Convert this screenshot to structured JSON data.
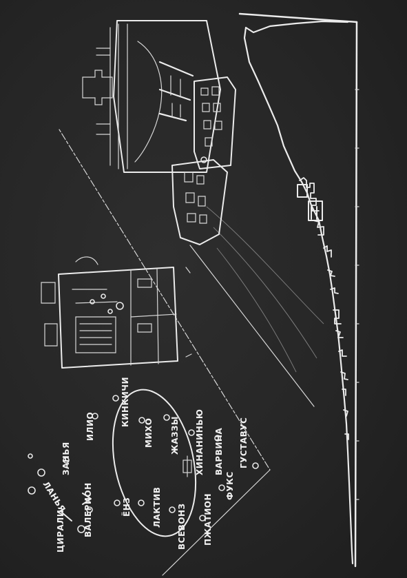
{
  "labels": {
    "lanya": "ЛАНЬЯ",
    "zanya": "ЗАНЬЯ",
    "ilio": "ИЛИО",
    "kinkichi": "КИНКИЧИ",
    "miho": "МИХО",
    "zhazzy": "ЖАЗЗЫ",
    "hinaninyu": "ХИНАНИНЬЮ",
    "varvina": "ВАРВИНА",
    "gustavus": "ГУСТАВУС",
    "tsirali": "ЦИРАЛИ",
    "valerion": "ВАЛЕРИОН",
    "yonz": "ЁНЗ",
    "laktiv": "ЛАКТИВ",
    "vsevonz": "ВСЕВОНЗ",
    "pzhaton": "ПЖАТИОН",
    "fuks": "ФУКС"
  }
}
